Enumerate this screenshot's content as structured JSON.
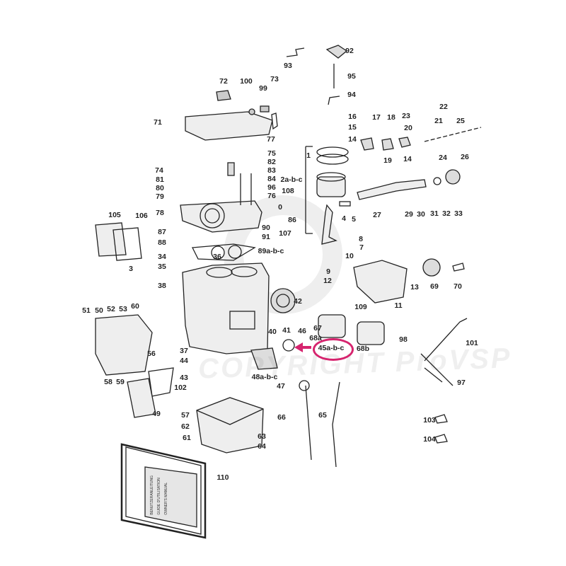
{
  "watermark": "COPYRIGHT ProVSP",
  "highlight": {
    "part": "45a-b-c",
    "color": "#d6246e"
  },
  "labels": [
    "93",
    "92",
    "95",
    "94",
    "72",
    "100",
    "99",
    "73",
    "71",
    "77",
    "16",
    "17",
    "18",
    "15",
    "14",
    "19",
    "14",
    "23",
    "22",
    "21",
    "20",
    "25",
    "24",
    "26",
    "75",
    "82",
    "83",
    "84",
    "96",
    "76",
    "74",
    "81",
    "80",
    "79",
    "108",
    "0",
    "86",
    "107",
    "78",
    "1",
    "2a-b-c",
    "27",
    "29",
    "30",
    "31",
    "32",
    "33",
    "4",
    "5",
    "8",
    "7",
    "10",
    "9",
    "12",
    "13",
    "69",
    "70",
    "109",
    "11",
    "105",
    "106",
    "3",
    "87",
    "90",
    "91",
    "88",
    "89a-b-c",
    "34",
    "36",
    "35",
    "38",
    "42",
    "51",
    "50",
    "52",
    "53",
    "60",
    "40",
    "41",
    "46",
    "67",
    "68a",
    "45a-b-c",
    "68b",
    "98",
    "101",
    "56",
    "37",
    "44",
    "43",
    "48a-b-c",
    "47",
    "102",
    "58",
    "59",
    "97",
    "49",
    "57",
    "66",
    "65",
    "62",
    "61",
    "63",
    "64",
    "103",
    "104",
    "110"
  ],
  "manual_text": [
    "BENUTZERANLEITUNG",
    "GUIDE D'UTILISATION",
    "OWNER'S MANUAL"
  ]
}
